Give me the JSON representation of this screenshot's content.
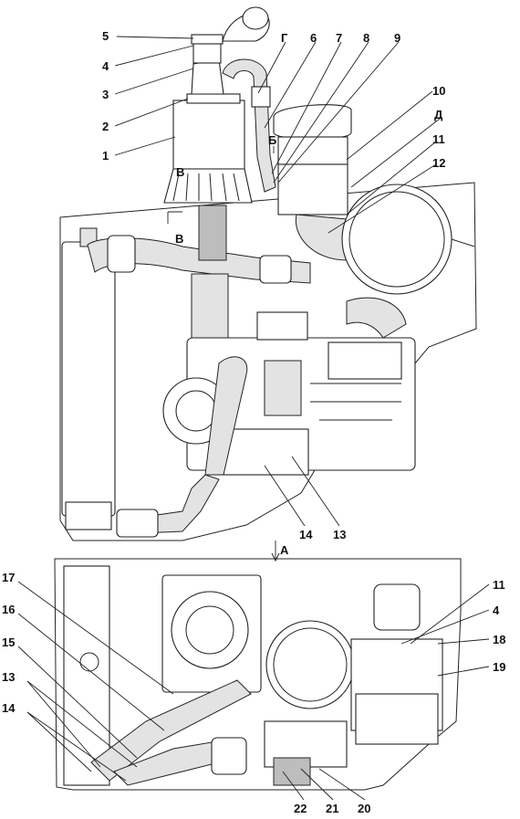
{
  "labels": {
    "n1": "1",
    "n2": "2",
    "n3": "3",
    "n4": "4",
    "n5": "5",
    "n6": "6",
    "n7": "7",
    "n8": "8",
    "n9": "9",
    "n10": "10",
    "n11": "11",
    "n12": "12",
    "n13": "13",
    "n14": "14",
    "n15": "15",
    "n16": "16",
    "n17": "17",
    "n18": "18",
    "n19": "19",
    "n20": "20",
    "n21": "21",
    "n22": "22",
    "g": "Г",
    "d": "Д",
    "b": "Б",
    "v_top": "В",
    "v_bottom": "В",
    "a": "А",
    "n11b": "11",
    "n4b": "4",
    "n13b": "13",
    "n14b": "14"
  }
}
